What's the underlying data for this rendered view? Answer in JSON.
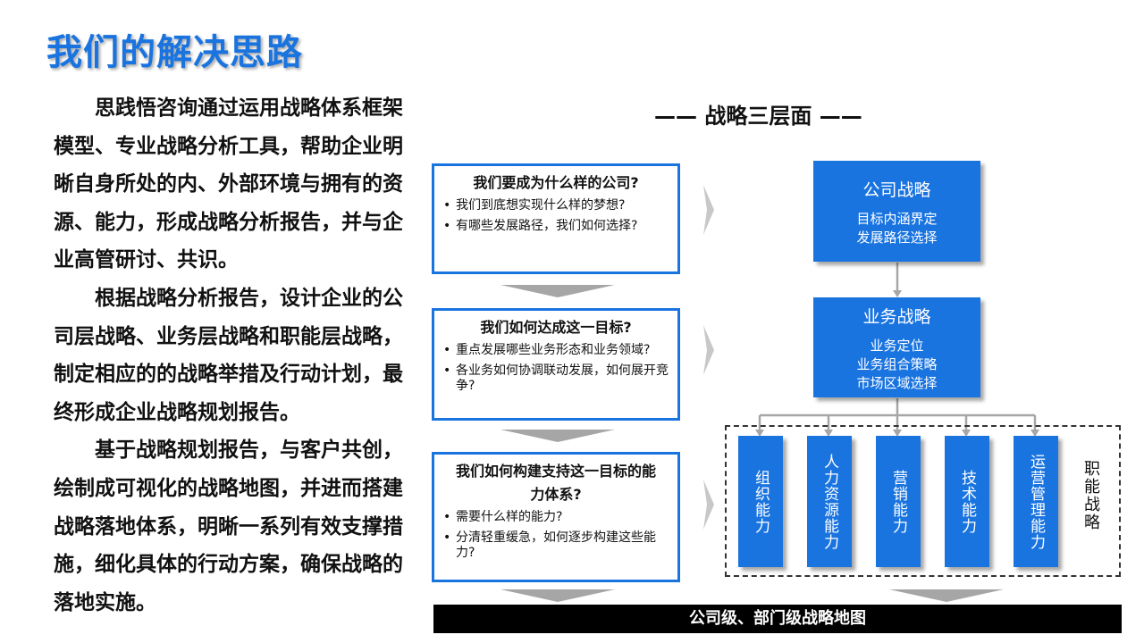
{
  "page": {
    "title": "我们的解决思路"
  },
  "left_text": {
    "paragraphs": [
      "思践悟咨询通过运用战略体系框架模型、专业战略分析工具，帮助企业明晰自身所处的内、外部环境与拥有的资源、能力，形成战略分析报告，并与企业高管研讨、共识。",
      "根据战略分析报告，设计企业的公司层战略、业务层战略和职能层战略，制定相应的的战略举措及行动计划，最终形成企业战略规划报告。",
      "基于战略规划报告，与客户共创，绘制成可视化的战略地图，并进而搭建战略落地体系，明晰一系列有效支撑措施，细化具体的行动方案，确保战略的落地实施。"
    ]
  },
  "diagram": {
    "title": "—— 战略三层面 ——",
    "questions": [
      {
        "heading": "我们要成为什么样的公司?",
        "bullets": [
          "我们到底想实现什么样的梦想?",
          "有哪些发展路径，我们如何选择?"
        ]
      },
      {
        "heading": "我们如何达成这一目标?",
        "bullets": [
          "重点发展哪些业务形态和业务领域?",
          "各业务如何协调联动发展，如何展开竞争?"
        ]
      },
      {
        "heading": "我们如何构建支持这一目标的能力体系?",
        "bullets": [
          "需要什么样的能力?",
          "分清轻重缓急，如何逐步构建这些能力?"
        ]
      }
    ],
    "corporate_strategy": {
      "title": "公司战略",
      "lines": [
        "目标内涵界定",
        "发展路径选择"
      ]
    },
    "business_strategy": {
      "title": "业务战略",
      "lines": [
        "业务定位",
        "业务组合策略",
        "市场区域选择"
      ]
    },
    "functional_strategy": {
      "label": "职能战略",
      "items": [
        "组织能力",
        "人力资源能力",
        "营销能力",
        "技术能力",
        "运营管理能力"
      ]
    },
    "bottom_bar": "公司级、部门级战略地图",
    "colors": {
      "primary_blue": "#1a74e0",
      "arrow_gray": "#a6a6a6",
      "connector_gray": "#a6a6a6",
      "bar_black": "#000000"
    }
  }
}
